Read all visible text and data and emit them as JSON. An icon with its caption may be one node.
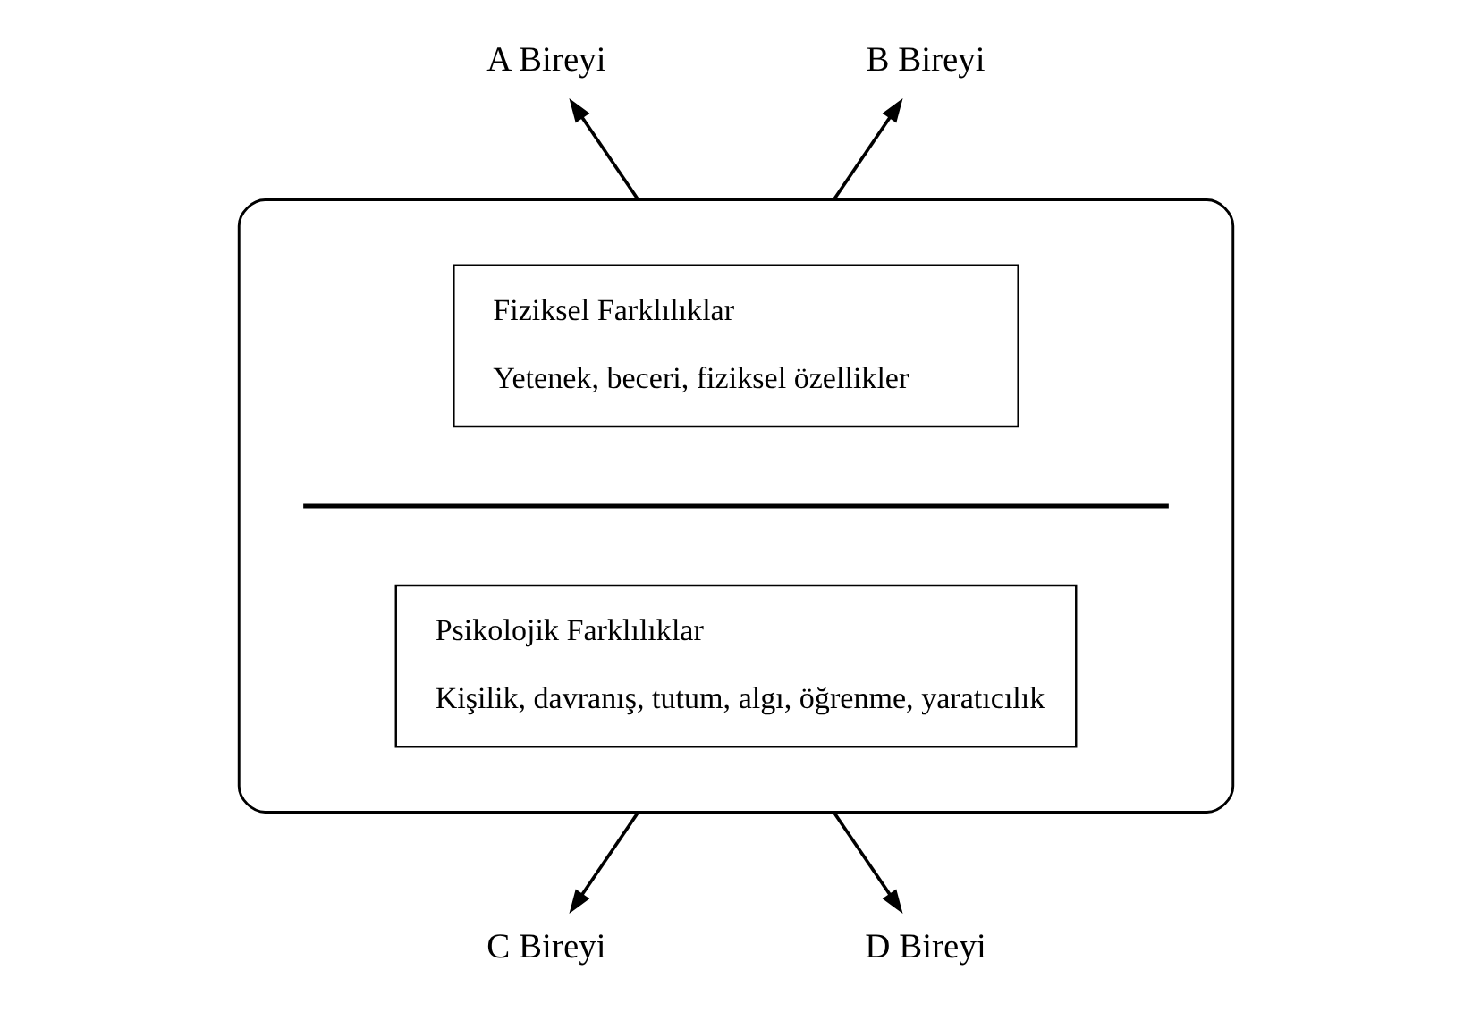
{
  "diagram": {
    "nodes": [
      {
        "text": [
          "A Bireyi"
        ]
      },
      {
        "text": [
          "B Bireyi"
        ]
      },
      {
        "text": [],
        "shape": "ellipse"
      },
      {
        "text": [
          "Fiziksel Farklılıklar",
          "Yetenek, beceri, fiziksel özellikler"
        ],
        "in": 2
      },
      {
        "text": [
          "Psikolojik Farklılıklar",
          "Kişilik, davranış, tutum, algı, öğrenme, yaratıcılık"
        ],
        "in": 2
      },
      {
        "text": [
          "C Bireyi"
        ]
      },
      {
        "text": [
          "D Bireyi"
        ]
      }
    ],
    "edges": [
      {
        "from": 2,
        "to": 0,
        "arrow": "to"
      },
      {
        "from": 2,
        "to": 1,
        "arrow": "to"
      },
      {
        "from": 2,
        "to": 5,
        "arrow": "to"
      },
      {
        "from": 2,
        "to": 6,
        "arrow": "to"
      }
    ]
  }
}
